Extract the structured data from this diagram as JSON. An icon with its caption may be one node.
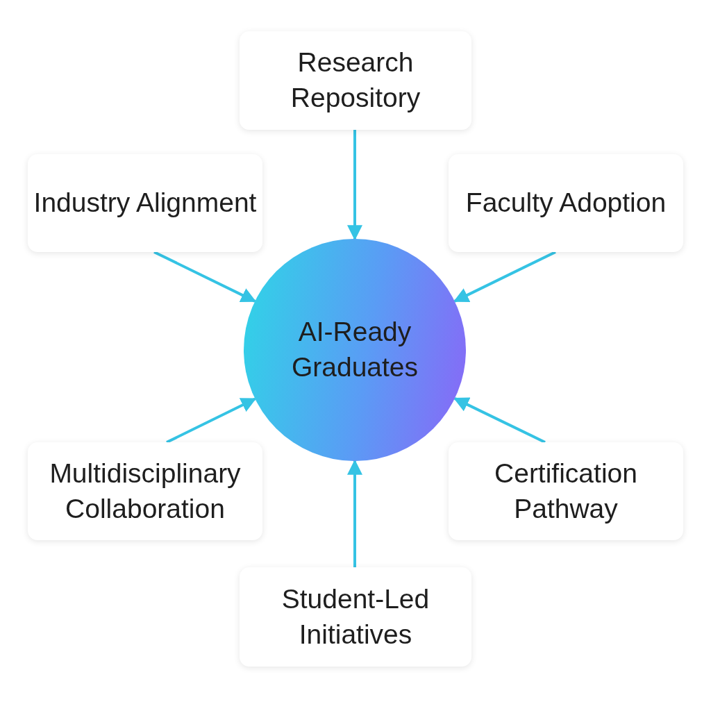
{
  "diagram": {
    "nodes": [
      {
        "text": [
          "Research Repository"
        ]
      },
      {
        "text": [
          "Industry Alignment"
        ]
      },
      {
        "text": [
          "Faculty Adoption"
        ]
      },
      {
        "text": [
          "AI-Ready Graduates"
        ]
      },
      {
        "text": [
          "Multidisciplinary Collaboration"
        ]
      },
      {
        "text": [
          "Certification Pathway"
        ]
      },
      {
        "text": [
          "Student-Led Initiatives"
        ]
      }
    ],
    "edges": [
      {
        "from": 0,
        "to": 3,
        "arrow": "to"
      },
      {
        "from": 1,
        "to": 3,
        "arrow": "to"
      },
      {
        "from": 2,
        "to": 3,
        "arrow": "to"
      },
      {
        "from": 4,
        "to": 3,
        "arrow": "to"
      },
      {
        "from": 5,
        "to": 3,
        "arrow": "to"
      },
      {
        "from": 6,
        "to": 3,
        "arrow": "to"
      }
    ]
  }
}
